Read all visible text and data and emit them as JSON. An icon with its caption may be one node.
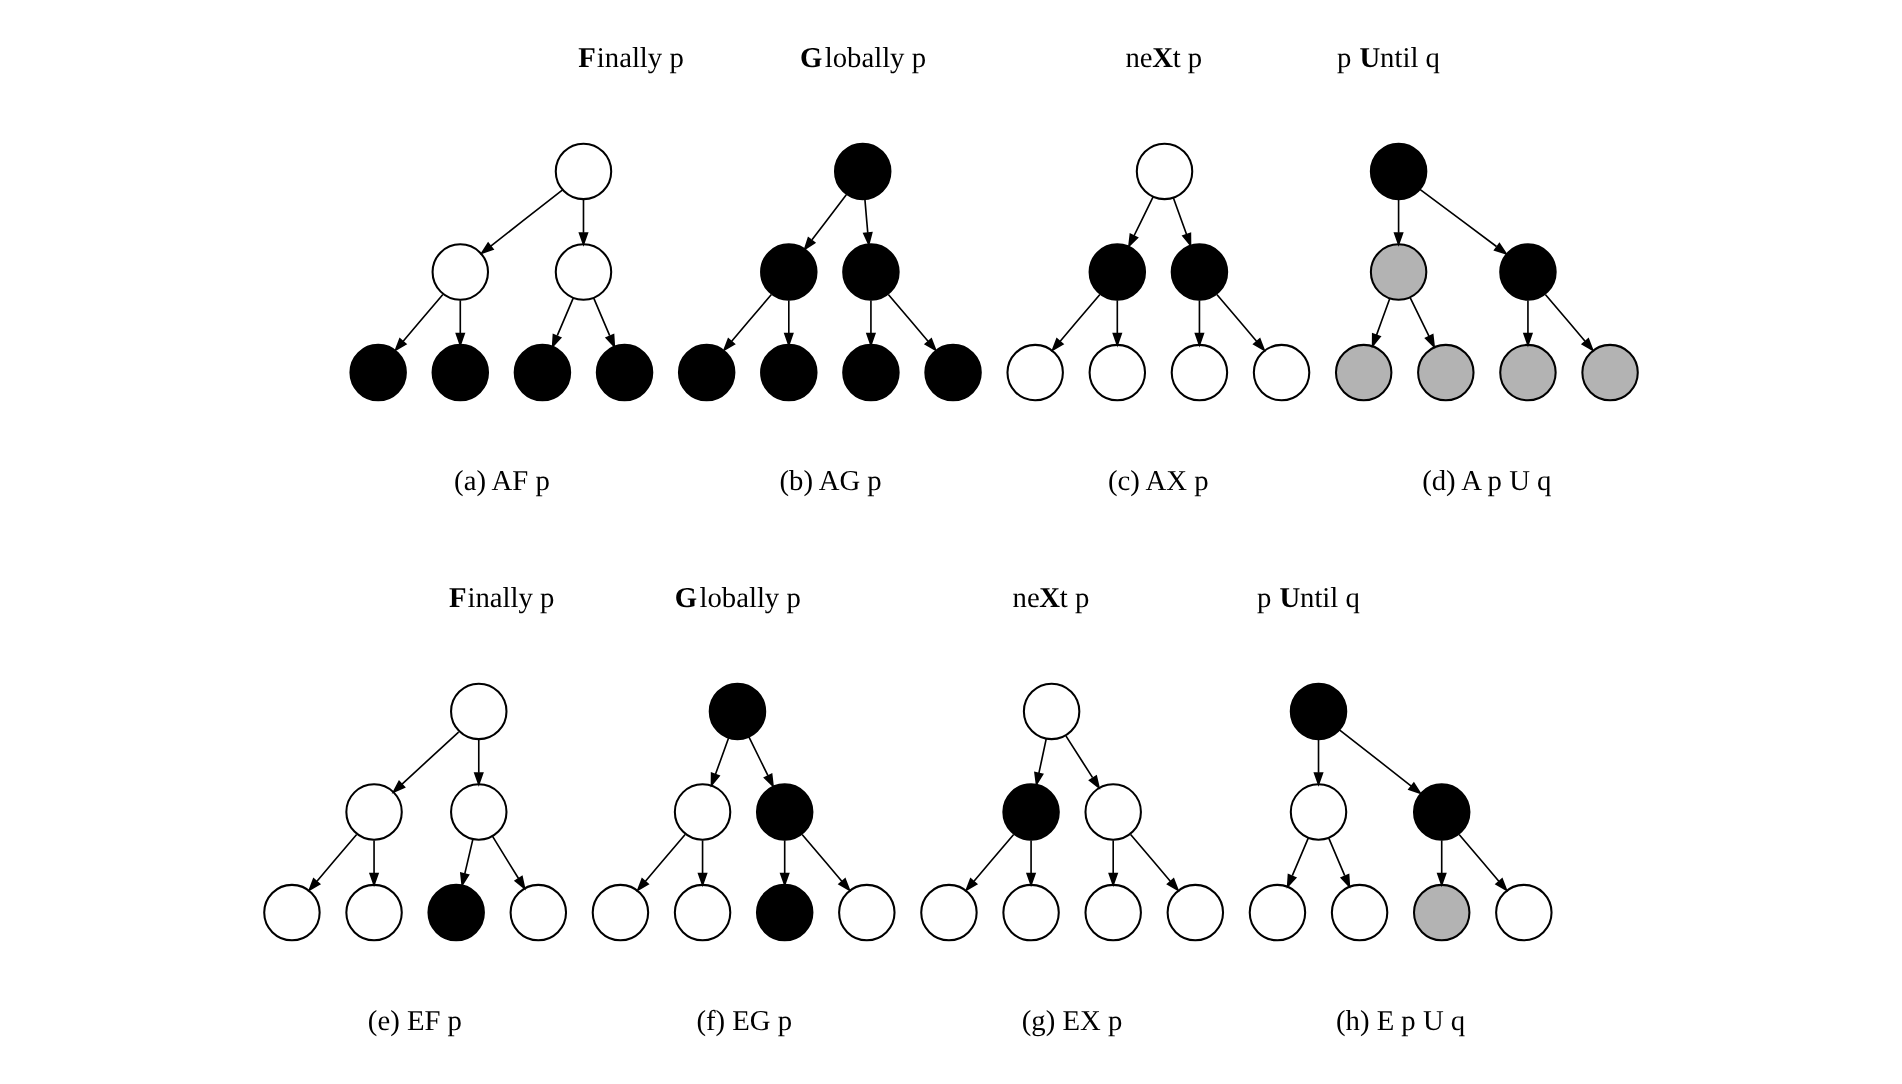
{
  "diagram": {
    "nodes": [
      {
        "text": [],
        "shape": "circle"
      },
      {
        "text": [],
        "shape": "circle"
      },
      {
        "text": [],
        "shape": "circle"
      },
      {
        "text": [],
        "shape": "circle"
      },
      {
        "text": [],
        "shape": "circle"
      },
      {
        "text": [],
        "shape": "circle"
      },
      {
        "text": [],
        "shape": "circle"
      },
      {
        "text": [],
        "shape": "circle"
      },
      {
        "text": [],
        "shape": "circle"
      },
      {
        "text": [],
        "shape": "circle"
      },
      {
        "text": [],
        "shape": "circle"
      },
      {
        "text": [],
        "shape": "circle"
      },
      {
        "text": [],
        "shape": "circle"
      },
      {
        "text": [],
        "shape": "circle"
      },
      {
        "text": [],
        "shape": "circle"
      },
      {
        "text": [],
        "shape": "circle"
      },
      {
        "text": [],
        "shape": "circle"
      },
      {
        "text": [],
        "shape": "circle"
      },
      {
        "text": [],
        "shape": "circle"
      },
      {
        "text": [],
        "shape": "circle"
      },
      {
        "text": [],
        "shape": "circle"
      },
      {
        "text": [],
        "shape": "circle"
      },
      {
        "text": [],
        "shape": "circle"
      },
      {
        "text": [],
        "shape": "circle"
      },
      {
        "text": [],
        "shape": "circle"
      },
      {
        "text": [],
        "shape": "circle"
      },
      {
        "text": [],
        "shape": "circle"
      },
      {
        "text": [],
        "shape": "circle"
      },
      {
        "text": [],
        "shape": "circle"
      },
      {
        "text": [],
        "shape": "circle"
      },
      {
        "text": [],
        "shape": "circle"
      },
      {
        "text": [],
        "shape": "circle"
      },
      {
        "text": [],
        "shape": "circle"
      },
      {
        "text": [],
        "shape": "circle"
      },
      {
        "text": [],
        "shape": "circle"
      },
      {
        "text": [],
        "shape": "circle"
      },
      {
        "text": [],
        "shape": "circle"
      },
      {
        "text": [],
        "shape": "circle"
      },
      {
        "text": [],
        "shape": "circle"
      },
      {
        "text": [],
        "shape": "circle"
      },
      {
        "text": [],
        "shape": "circle"
      },
      {
        "text": [],
        "shape": "circle"
      },
      {
        "text": [],
        "shape": "circle"
      },
      {
        "text": [],
        "shape": "circle"
      },
      {
        "text": [],
        "shape": "circle"
      },
      {
        "text": [],
        "shape": "circle"
      },
      {
        "text": [],
        "shape": "circle"
      },
      {
        "text": [],
        "shape": "circle"
      },
      {
        "text": [],
        "shape": "circle"
      },
      {
        "text": [],
        "shape": "circle"
      },
      {
        "text": [],
        "shape": "circle"
      },
      {
        "text": [],
        "shape": "circle"
      },
      {
        "text": [],
        "shape": "circle"
      },
      {
        "text": [],
        "shape": "circle"
      },
      {
        "text": [],
        "shape": "circle"
      },
      {
        "text": [],
        "shape": "circle"
      }
    ],
    "edges": [
      {
        "from": 0,
        "to": 1,
        "arrow": "to"
      },
      {
        "from": 0,
        "to": 2,
        "arrow": "to"
      },
      {
        "from": 1,
        "to": 3,
        "arrow": "to"
      },
      {
        "from": 1,
        "to": 4,
        "arrow": "to"
      },
      {
        "from": 2,
        "to": 5,
        "arrow": "to"
      },
      {
        "from": 2,
        "to": 6,
        "arrow": "to"
      },
      {
        "from": 7,
        "to": 8,
        "arrow": "to"
      },
      {
        "from": 7,
        "to": 9,
        "arrow": "to"
      },
      {
        "from": 8,
        "to": 10,
        "arrow": "to"
      },
      {
        "from": 8,
        "to": 11,
        "arrow": "to"
      },
      {
        "from": 9,
        "to": 12,
        "arrow": "to"
      },
      {
        "from": 9,
        "to": 13,
        "arrow": "to"
      },
      {
        "from": 14,
        "to": 15,
        "arrow": "to"
      },
      {
        "from": 14,
        "to": 16,
        "arrow": "to"
      },
      {
        "from": 15,
        "to": 17,
        "arrow": "to"
      },
      {
        "from": 15,
        "to": 18,
        "arrow": "to"
      },
      {
        "from": 16,
        "to": 19,
        "arrow": "to"
      },
      {
        "from": 16,
        "to": 20,
        "arrow": "to"
      },
      {
        "from": 21,
        "to": 22,
        "arrow": "to"
      },
      {
        "from": 21,
        "to": 23,
        "arrow": "to"
      },
      {
        "from": 22,
        "to": 24,
        "arrow": "to"
      },
      {
        "from": 22,
        "to": 25,
        "arrow": "to"
      },
      {
        "from": 23,
        "to": 26,
        "arrow": "to"
      },
      {
        "from": 23,
        "to": 27,
        "arrow": "to"
      },
      {
        "from": 28,
        "to": 29,
        "arrow": "to"
      },
      {
        "from": 28,
        "to": 30,
        "arrow": "to"
      },
      {
        "from": 29,
        "to": 31,
        "arrow": "to"
      },
      {
        "from": 29,
        "to": 32,
        "arrow": "to"
      },
      {
        "from": 30,
        "to": 33,
        "arrow": "to"
      },
      {
        "from": 30,
        "to": 34,
        "arrow": "to"
      },
      {
        "from": 35,
        "to": 36,
        "arrow": "to"
      },
      {
        "from": 35,
        "to": 37,
        "arrow": "to"
      },
      {
        "from": 36,
        "to": 38,
        "arrow": "to"
      },
      {
        "from": 36,
        "to": 39,
        "arrow": "to"
      },
      {
        "from": 37,
        "to": 40,
        "arrow": "to"
      },
      {
        "from": 37,
        "to": 41,
        "arrow": "to"
      },
      {
        "from": 42,
        "to": 43,
        "arrow": "to"
      },
      {
        "from": 42,
        "to": 44,
        "arrow": "to"
      },
      {
        "from": 43,
        "to": 45,
        "arrow": "to"
      },
      {
        "from": 43,
        "to": 46,
        "arrow": "to"
      },
      {
        "from": 44,
        "to": 47,
        "arrow": "to"
      },
      {
        "from": 44,
        "to": 48,
        "arrow": "to"
      },
      {
        "from": 49,
        "to": 50,
        "arrow": "to"
      },
      {
        "from": 49,
        "to": 51,
        "arrow": "to"
      },
      {
        "from": 50,
        "to": 52,
        "arrow": "to"
      },
      {
        "from": 50,
        "to": 53,
        "arrow": "to"
      },
      {
        "from": 51,
        "to": 54,
        "arrow": "to"
      },
      {
        "from": 51,
        "to": 55,
        "arrow": "to"
      }
    ],
    "labels": [
      "**F**inally p",
      "**G**lobally p",
      "ne**X**t p",
      "p **U**ntil q",
      "(a) AF p",
      "(b) AG p",
      "(c) AX p",
      "(d) A p U q",
      "**F**inally p",
      "**G**lobally p",
      "ne**X**t p",
      "p **U**ntil q",
      "(e) EF p",
      "(f) EG p",
      "(g) EX p",
      "(h) E p U q"
    ]
  }
}
